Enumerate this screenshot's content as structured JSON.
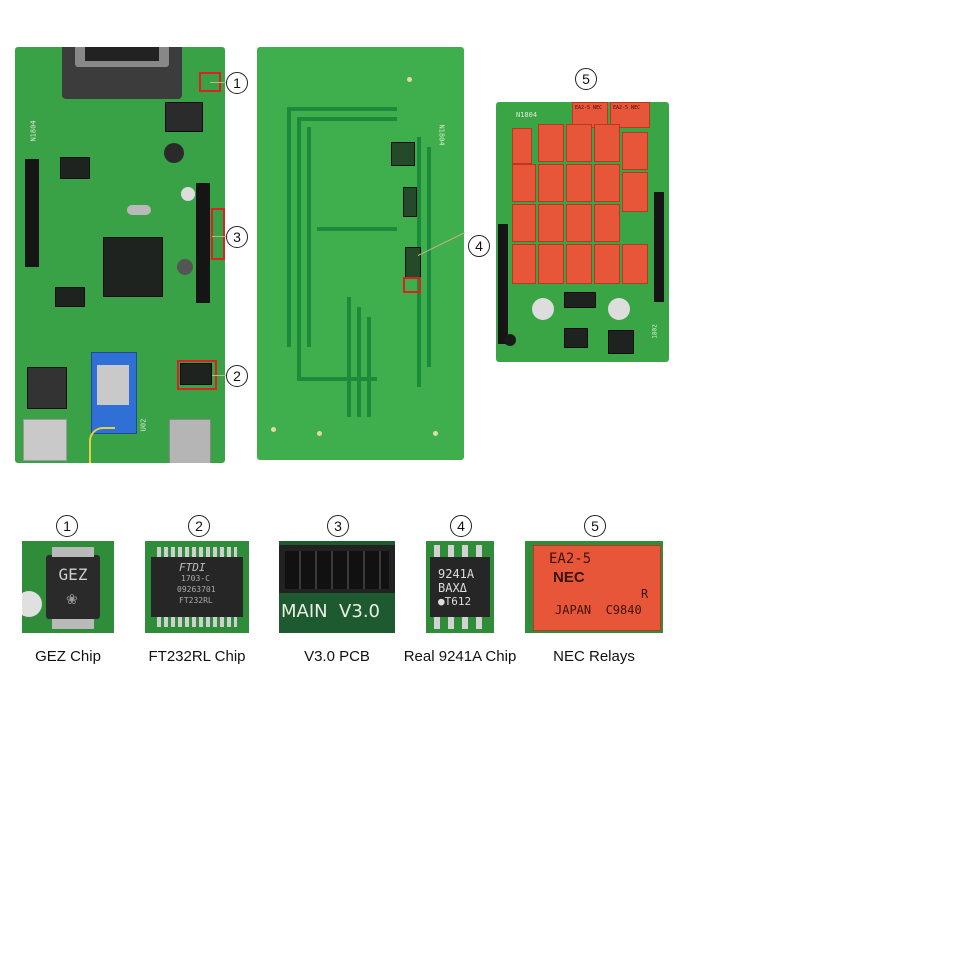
{
  "callouts": {
    "board": [
      "1",
      "2",
      "3",
      "4",
      "5"
    ],
    "thumbs": [
      "1",
      "2",
      "3",
      "4",
      "5"
    ]
  },
  "silkscreen": {
    "board1_label": "N1804",
    "board3_label": "N1804",
    "ft232_area": "U02",
    "relay_board_code": "1802"
  },
  "chips": {
    "gez": "GEZ",
    "ftdi_logo": "FTDI",
    "ftdi_l1": "1703-C",
    "ftdi_l2": "09263701",
    "ftdi_l3": "FT232RL",
    "main_text": "MAIN  V3.0",
    "ic9241_l1": "9241A",
    "ic9241_l2": "BAXΔ",
    "ic9241_l3": "●T612",
    "nec_l1": "EA2-5",
    "nec_l2": "NEC",
    "nec_r": "R",
    "nec_l3": "JAPAN  C9840"
  },
  "captions": [
    "GEZ Chip",
    "FT232RL Chip",
    "V3.0 PCB",
    "Real 9241A Chip",
    "NEC Relays"
  ],
  "colors": {
    "pcb_green": "#3fa84a",
    "pcb_dark": "#2a7a34",
    "relay_red": "#e8563a",
    "highlight_red": "#e02020"
  }
}
